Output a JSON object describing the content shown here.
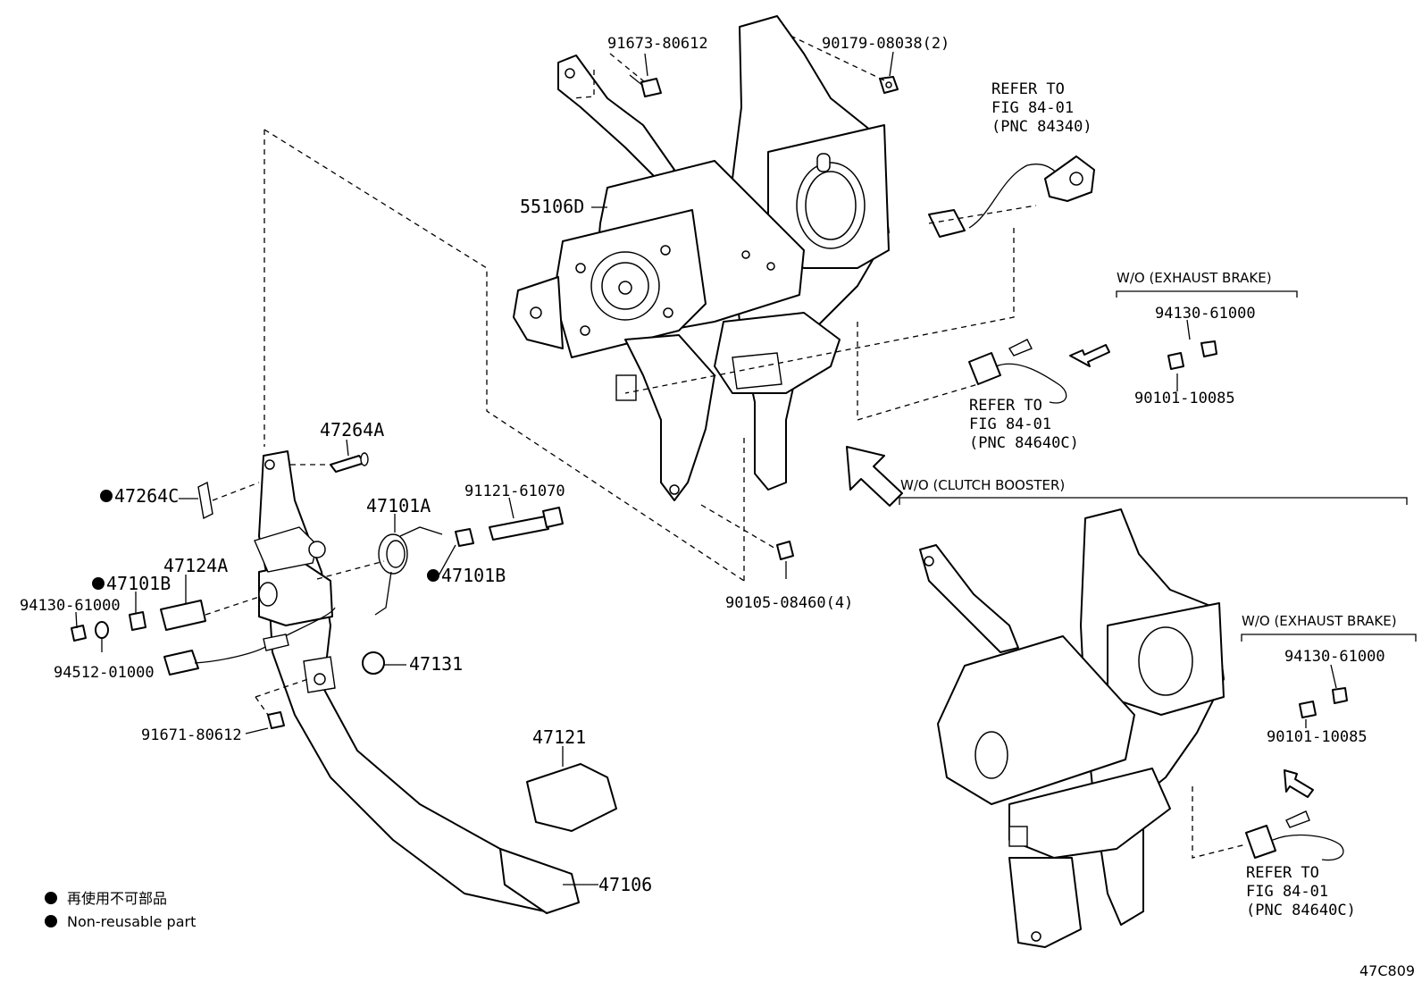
{
  "labels": {
    "p91673": "91673-80612",
    "p90179": "90179-08038(2)",
    "refer1_l1": "REFER TO",
    "refer1_l2": "FIG 84-01",
    "refer1_l3": "(PNC 84340)",
    "p55106D": "55106D",
    "wo_exhaust_1": "W/O (EXHAUST  BRAKE)",
    "p94130_top": "94130-61000",
    "p90101_top": "90101-10085",
    "refer2_l1": "REFER TO",
    "refer2_l2": "FIG 84-01",
    "refer2_l3": "(PNC 84640C)",
    "wo_clutch": "W/O (CLUTCH BOOSTER)",
    "p47264A": "47264A",
    "p47264C": "47264C",
    "p47101A": "47101A",
    "p91121": "91121-61070",
    "p47101B_r": "47101B",
    "p47124A": "47124A",
    "p47101B_l": "47101B",
    "p94130_left": "94130-61000",
    "p94512": "94512-01000",
    "p47131": "47131",
    "p90105": "90105-08460(4)",
    "p91671": "91671-80612",
    "p47121": "47121",
    "p47106": "47106",
    "wo_exhaust_2": "W/O (EXHAUST  BRAKE)",
    "p94130_br": "94130-61000",
    "p90101_br": "90101-10085",
    "refer3_l1": "REFER TO",
    "refer3_l2": "FIG 84-01",
    "refer3_l3": "(PNC 84640C)",
    "legend_jp": "再使用不可部品",
    "legend_en": "Non-reusable part",
    "fig_code": "47C809"
  }
}
